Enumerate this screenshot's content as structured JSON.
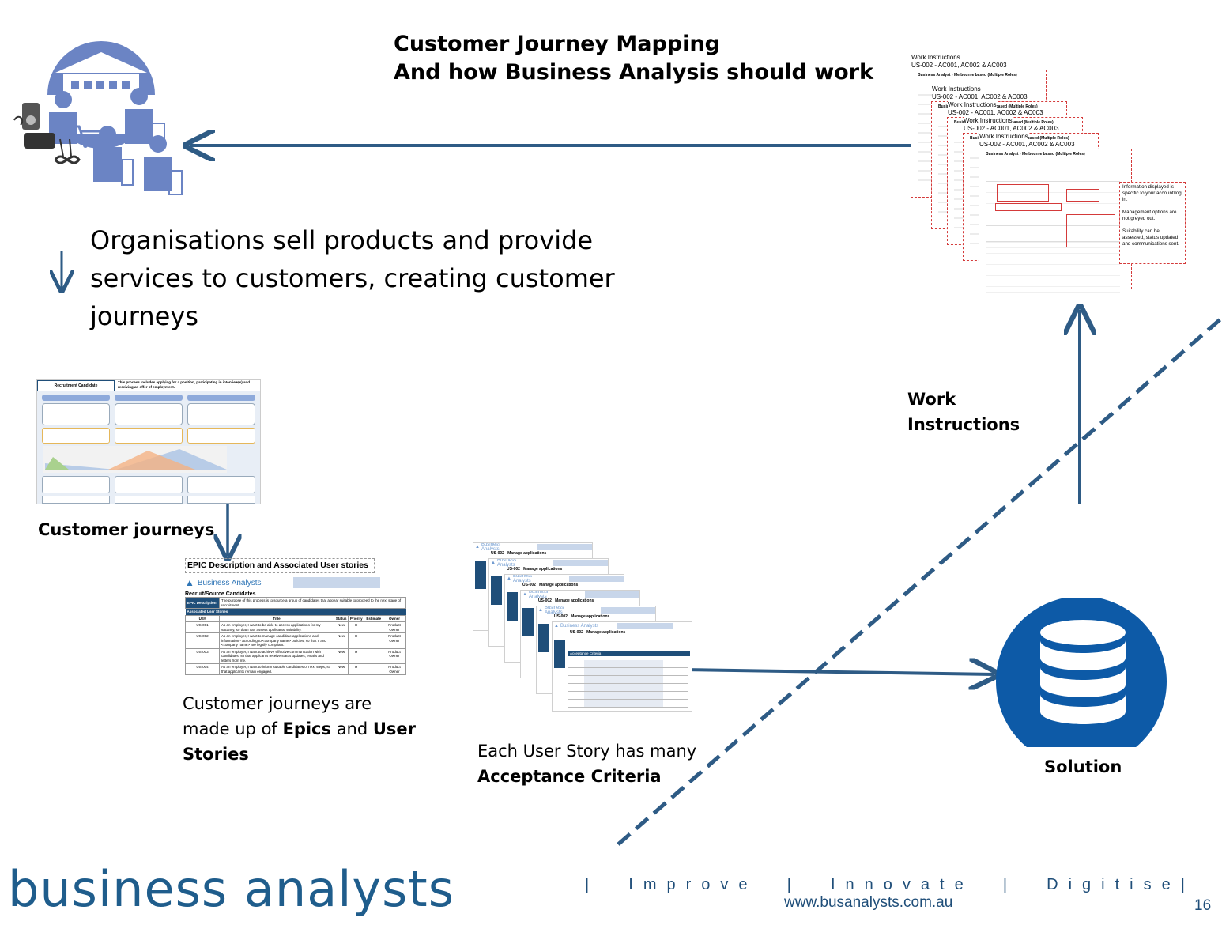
{
  "title": {
    "line1": "Customer Journey Mapping",
    "line2": "And how Business Analysis should work"
  },
  "intro": "Organisations sell products and provide services to customers, creating customer journeys",
  "customer_journeys": {
    "label": "Customer journeys",
    "doc_title": "Recruitment Candidate",
    "doc_subtitle": "This process includes applying for a position, participating in interview(s) and receiving an offer of employment."
  },
  "epic": {
    "caption": "EPIC Description and Associated User stories",
    "logo": "Business Analysts",
    "heading": "Recruit/Source Candidates",
    "epic_label": "EPIC Description",
    "epic_text": "The purpose of this process is to source a group of candidates that appear suitable to proceed to the next stage of recruitment.",
    "stories_header": "Associated User Stories",
    "columns": [
      "US#",
      "Title",
      "Status",
      "Priority",
      "Estimate",
      "Owner"
    ],
    "rows": [
      {
        "id": "US-001",
        "title": "As an employer, I want to be able to access applications for my vacancy, so that I can assess applicants' suitability.",
        "status": "New",
        "priority": "H",
        "estimate": "",
        "owner": "Product Owner"
      },
      {
        "id": "US-002",
        "title": "As an employer, I want to manage candidate applications and information - according to <company name> policies, so that I, and <company name> are legally compliant.",
        "status": "New",
        "priority": "H",
        "estimate": "",
        "owner": "Product Owner"
      },
      {
        "id": "US-003",
        "title": "As an employer, I want to achieve effective communication with candidates, so that applicants receive status updates, emails and letters from me.",
        "status": "New",
        "priority": "H",
        "estimate": "",
        "owner": "Product Owner"
      },
      {
        "id": "US-004",
        "title": "As an employer, I want to inform suitable candidates of next steps, so that applicants remain engaged.",
        "status": "New",
        "priority": "H",
        "estimate": "",
        "owner": "Product Owner"
      }
    ],
    "description_parts": [
      "Customer journeys are made up of ",
      "Epics",
      " and ",
      "User Stories"
    ]
  },
  "user_stories": {
    "logo": "Business Analysts",
    "story_title": "US-002   Manage applications",
    "criteria_header": "Acceptance Criteria",
    "description_parts": [
      "Each User Story has many ",
      "Acceptance Criteria"
    ]
  },
  "work_instructions": {
    "label_line1": "Work",
    "label_line2": "Instructions",
    "card_title": "Work Instructions",
    "card_subtitle": "US-002 - AC001, AC002 & AC003",
    "screen_title": "Business Analyst - Melbourne based (Multiple Roles)",
    "notes": [
      "Information displayed is specific to your account/log in.",
      "Management options are not greyed out.",
      "Suitability can be assessed, status updated and communications sent."
    ]
  },
  "solution": {
    "label": "Solution"
  },
  "footer": {
    "logo": "business analysts",
    "tagline": "|  Improve  |  Innovate  |  Digitise|",
    "url": "www.busanalysts.com.au",
    "page": "16"
  },
  "colors": {
    "arrow": "#2e5b85",
    "icon_blue": "#6b84c4",
    "solution_blue": "#0d5aa7",
    "dashed_line": "#2e5b85",
    "table_header": "#1f4e79"
  }
}
